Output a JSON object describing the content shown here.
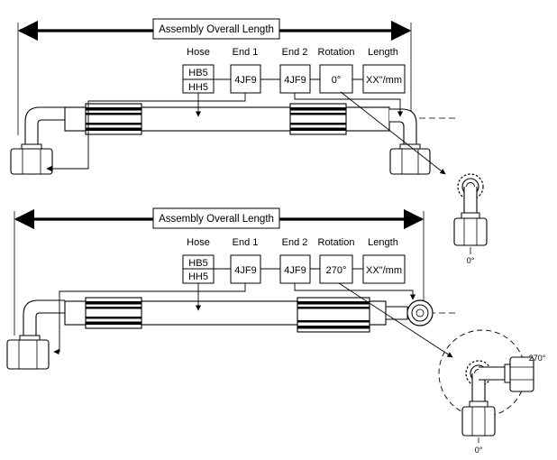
{
  "top": {
    "title": "Assembly Overall Length",
    "labels": {
      "hose": "Hose",
      "end1": "End 1",
      "end2": "End 2",
      "rotation": "Rotation",
      "length": "Length"
    },
    "values": {
      "hose_a": "HB5",
      "hose_b": "HH5",
      "end1": "4JF9",
      "end2": "4JF9",
      "rotation": "0°",
      "length": "XX\"/mm"
    },
    "detail_angle": "0°"
  },
  "bottom": {
    "title": "Assembly Overall Length",
    "labels": {
      "hose": "Hose",
      "end1": "End 1",
      "end2": "End 2",
      "rotation": "Rotation",
      "length": "Length"
    },
    "values": {
      "hose_a": "HB5",
      "hose_b": "HH5",
      "end1": "4JF9",
      "end2": "4JF9",
      "rotation": "270°",
      "length": "XX\"/mm"
    },
    "detail_angle_bottom": "0°",
    "detail_angle_right": "270°"
  }
}
